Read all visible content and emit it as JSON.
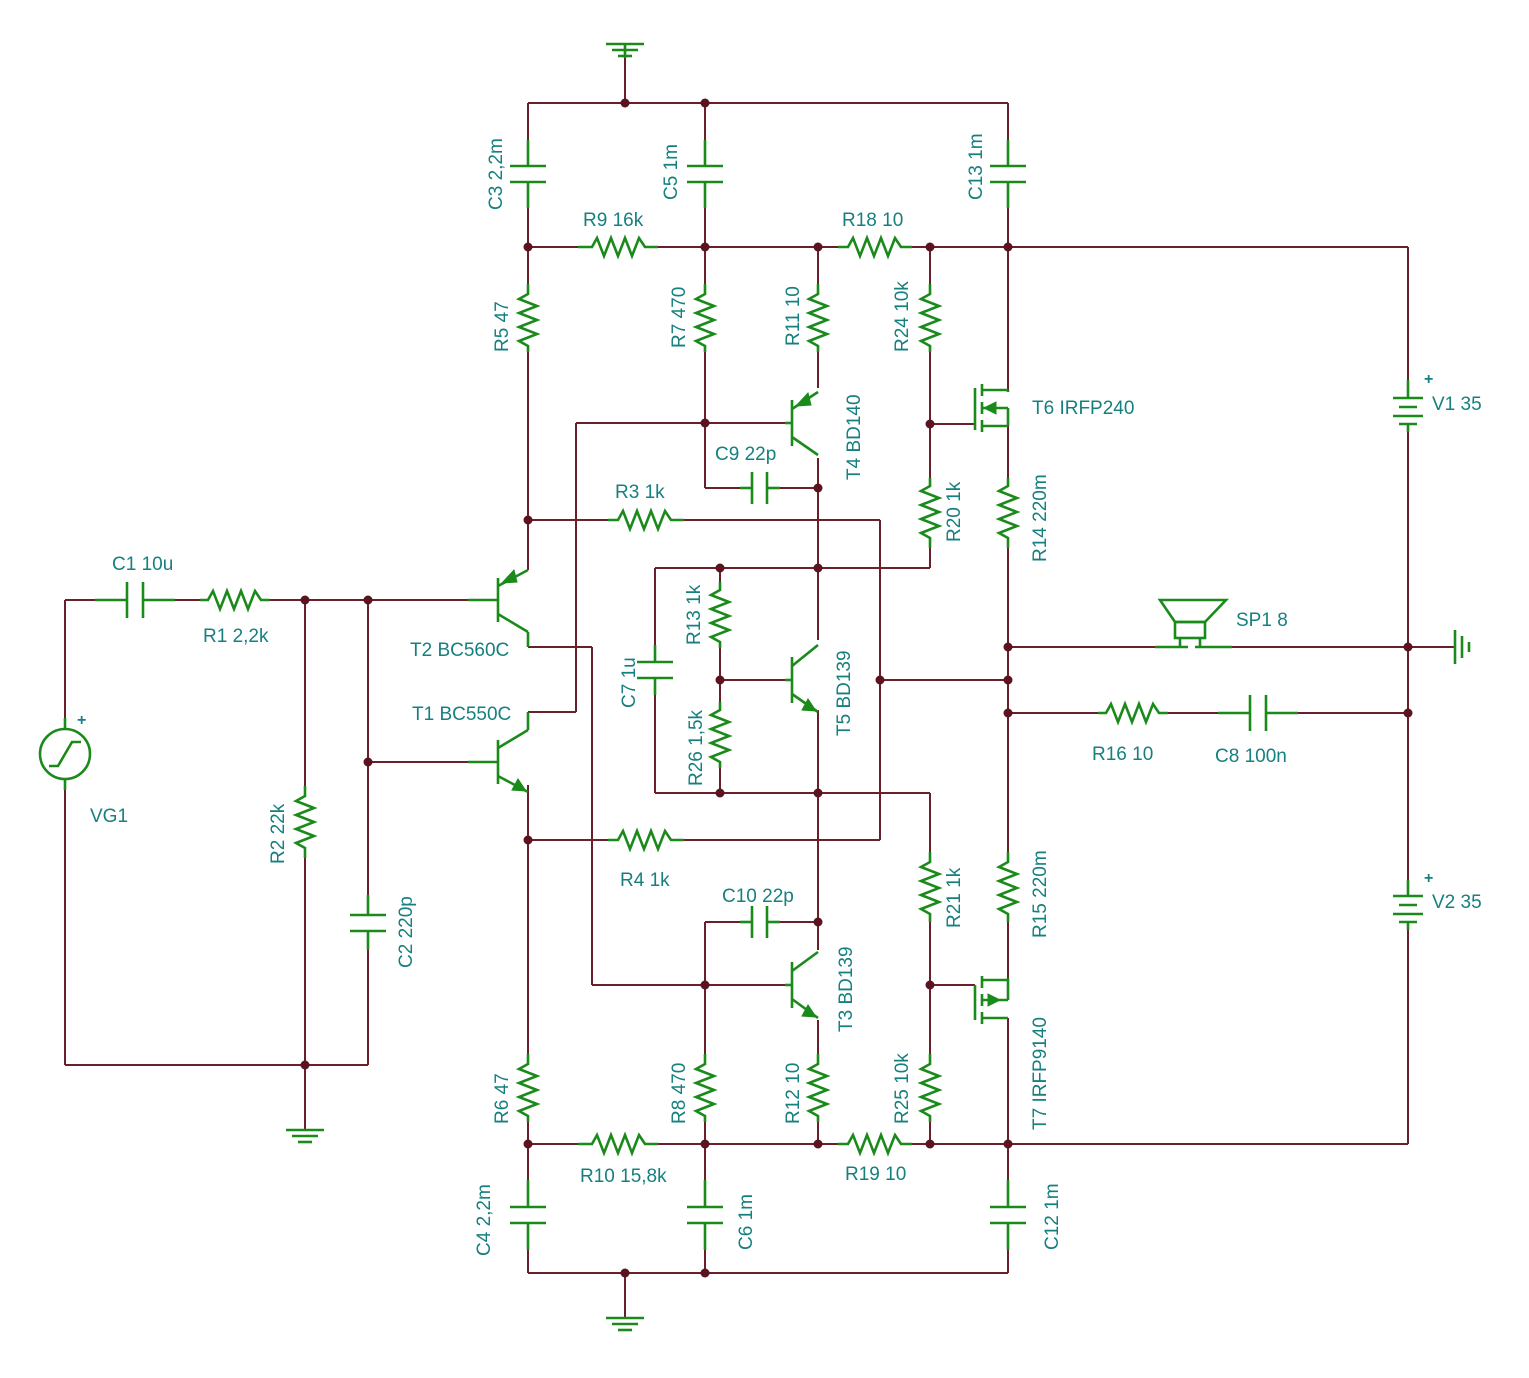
{
  "components": {
    "C1": "C1 10u",
    "R1": "R1 2,2k",
    "R2": "R2 22k",
    "C2": "C2 220p",
    "VG1": "VG1",
    "T1": "T1 BC550C",
    "T2": "T2 BC560C",
    "C3": "C3 2,2m",
    "C5": "C5 1m",
    "C13": "C13 1m",
    "R9": "R9 16k",
    "R18": "R18 10",
    "R5": "R5 47",
    "R7": "R7 470",
    "R11": "R11 10",
    "R24": "R24 10k",
    "T6": "T6 IRFP240",
    "T4": "T4 BD140",
    "C9": "C9 22p",
    "R3": "R3 1k",
    "R20": "R20 1k",
    "R14": "R14 220m",
    "R13": "R13 1k",
    "C7": "C7 1u",
    "T5": "T5 BD139",
    "R26": "R26 1,5k",
    "SP1": "SP1 8",
    "V1": "V1 35",
    "R16": "R16 10",
    "C8": "C8 100n",
    "V2": "V2 35",
    "R4": "R4 1k",
    "C10": "C10 22p",
    "R21": "R21 1k",
    "R15": "R15 220m",
    "T3": "T3 BD139",
    "T7": "T7 IRFP9140",
    "R6": "R6 47",
    "R8": "R8 470",
    "R12": "R12 10",
    "R25": "R25 10k",
    "R10": "R10 15,8k",
    "R19": "R19 10",
    "C4": "C4 2,2m",
    "C6": "C6 1m",
    "C12": "C12 1m"
  },
  "polarity": {
    "plus": "+"
  }
}
